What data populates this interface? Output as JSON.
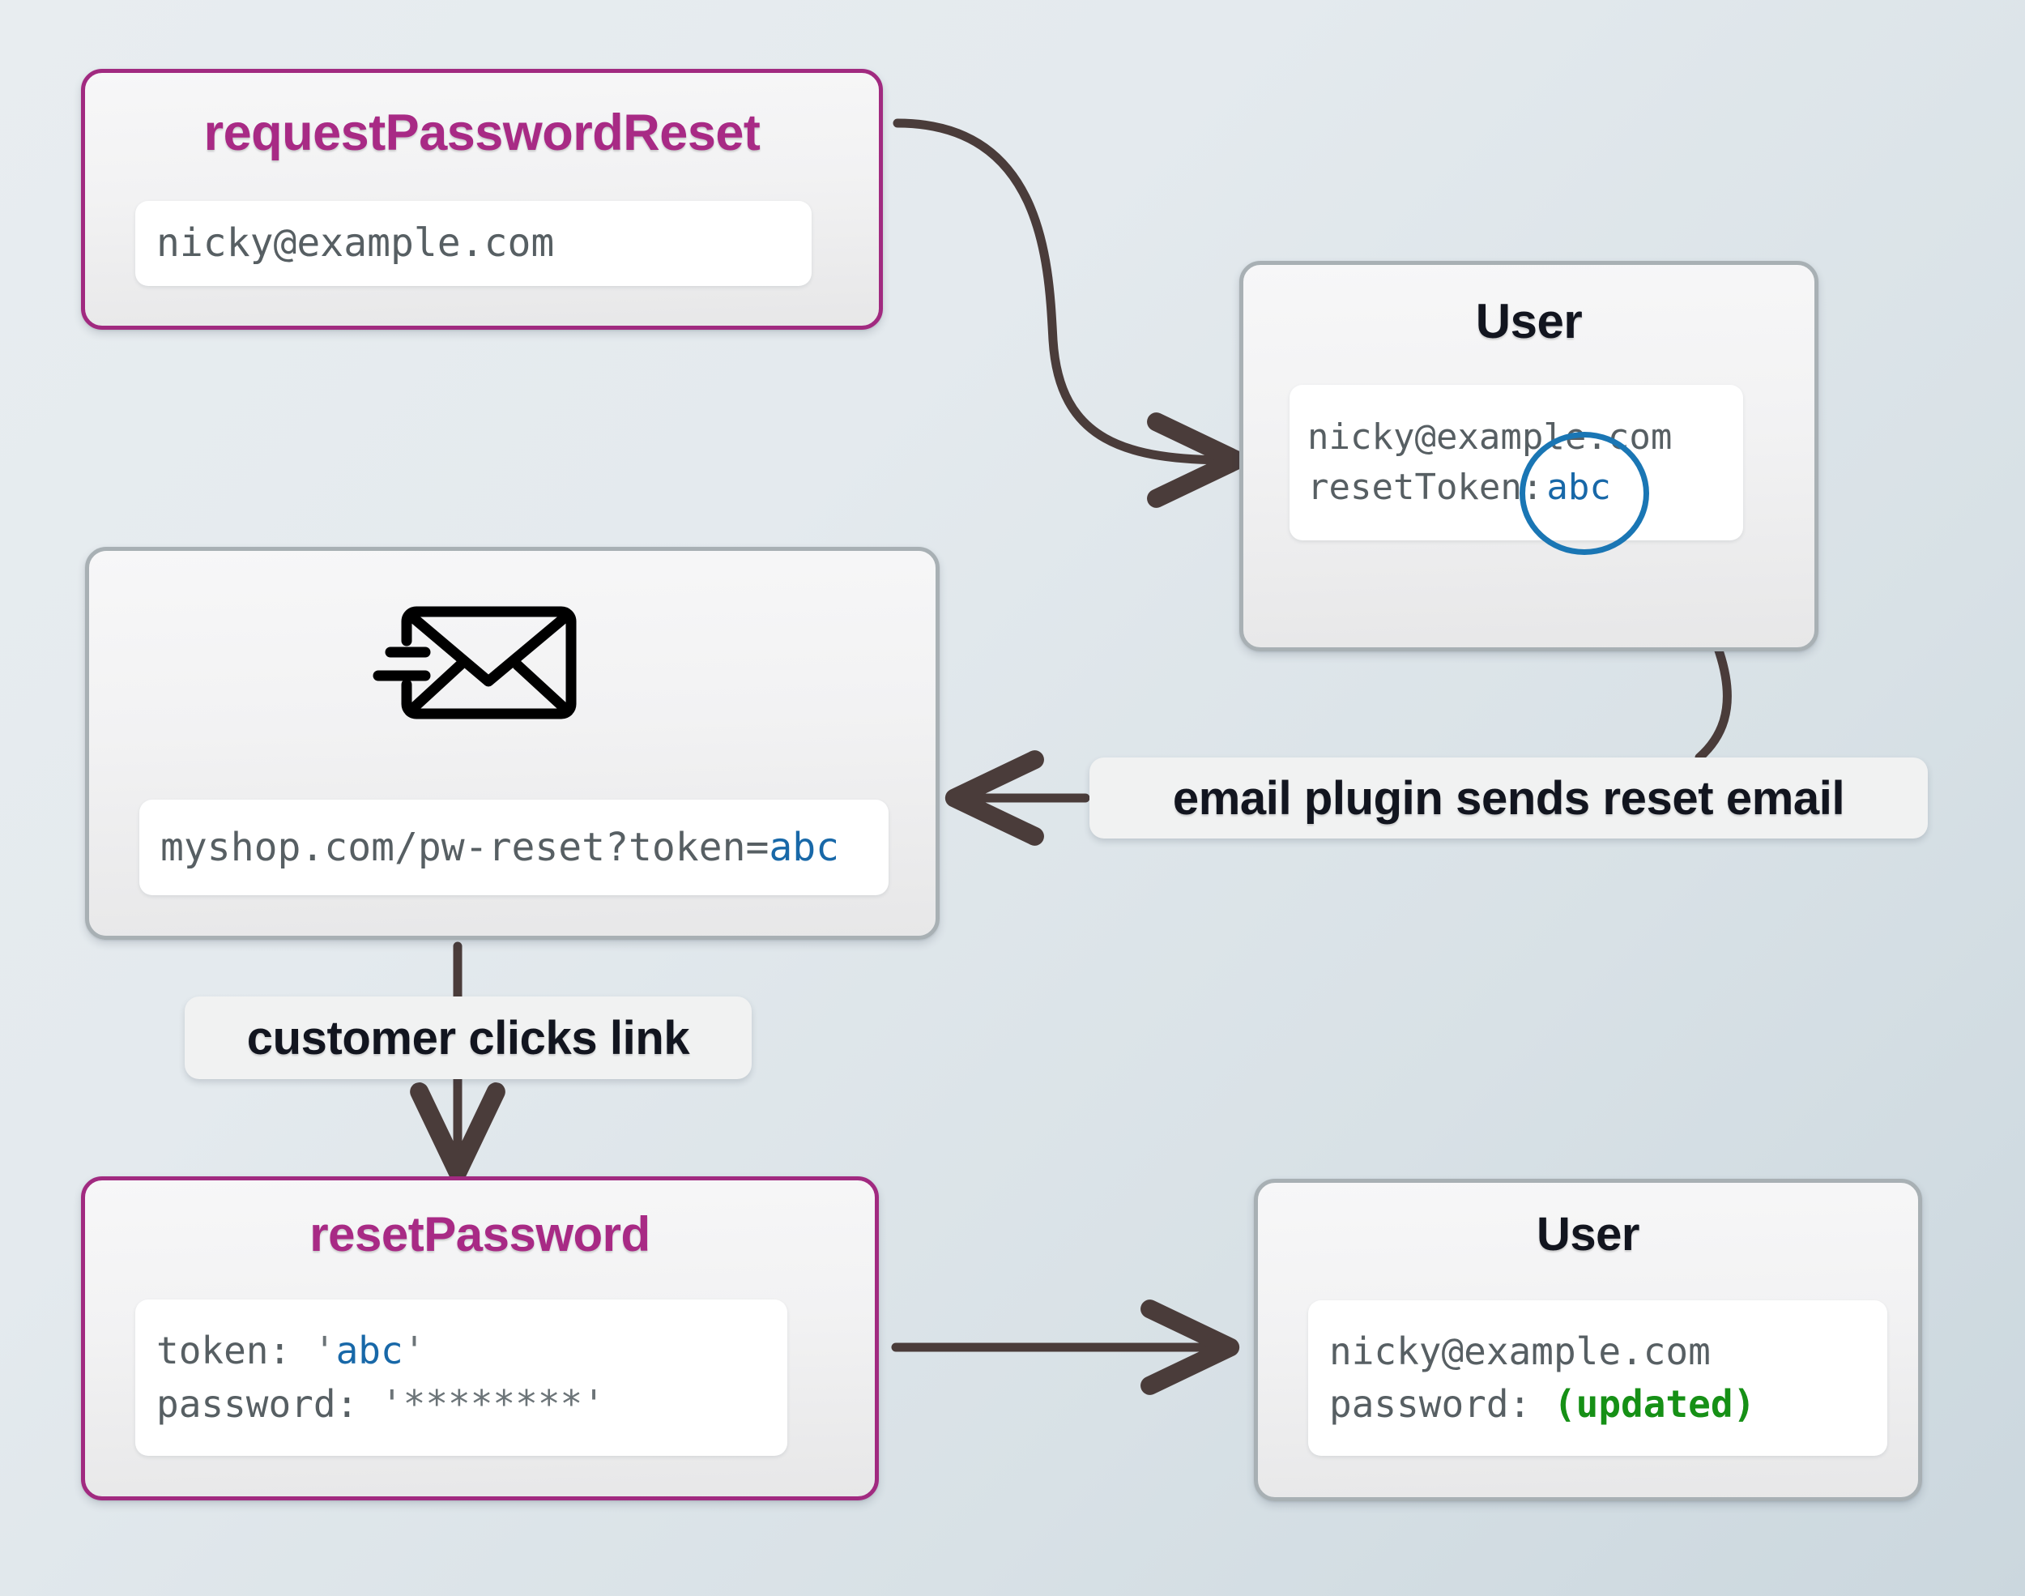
{
  "diagram": {
    "title": "password reset token flow",
    "colors": {
      "accent_pink": "#a12a80",
      "node_border_grey": "#a8b0b4",
      "token_blue": "#1868a8",
      "updated_green": "#169016",
      "arrow": "#4a3c3a",
      "background_from": "#e8edf0",
      "background_to": "#cbd7de"
    }
  },
  "nodes": {
    "request_password_reset": {
      "title": "requestPasswordReset",
      "fields": [
        {
          "text": "nicky@example.com"
        }
      ]
    },
    "user_token": {
      "title": "User",
      "fields": [
        {
          "text": "nicky@example.com"
        },
        {
          "label": "resetToken:",
          "value": "abc",
          "value_highlighted": true
        }
      ]
    },
    "reset_email": {
      "icon": "envelope-send-icon",
      "fields": [
        {
          "prefix": "myshop.com/pw-reset?token=",
          "token": "abc"
        }
      ]
    },
    "reset_password": {
      "title": "resetPassword",
      "fields": [
        {
          "label": "token:",
          "quote": "'",
          "value": "abc"
        },
        {
          "label": "password:",
          "quote": "'",
          "value": "********"
        }
      ]
    },
    "user_updated": {
      "title": "User",
      "fields": [
        {
          "text": "nicky@example.com"
        },
        {
          "label": "password:",
          "value": "(updated)"
        }
      ]
    }
  },
  "edges": [
    {
      "id": "edge-request-to-user",
      "label": ""
    },
    {
      "id": "edge-token-to-plugin",
      "label": "email plugin sends reset email"
    },
    {
      "id": "edge-email-to-reset",
      "label": "customer clicks link"
    },
    {
      "id": "edge-reset-to-user",
      "label": ""
    }
  ],
  "labels": {
    "email_plugin": "email plugin sends reset email",
    "customer_clicks": "customer clicks link"
  }
}
